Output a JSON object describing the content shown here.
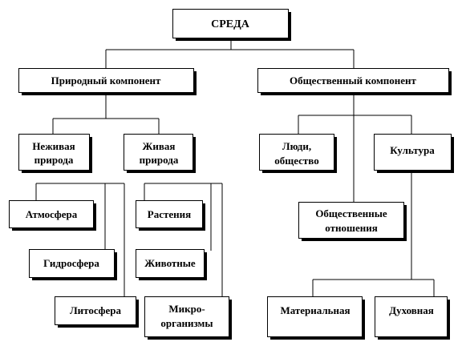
{
  "root": {
    "label": "СРЕДА"
  },
  "natural": {
    "label": "Природный компонент",
    "nonliving": {
      "line1": "Неживая",
      "line2": "природа",
      "children": [
        "Атмосфера",
        "Гидросфера",
        "Литосфера"
      ]
    },
    "living": {
      "line1": "Живая",
      "line2": "природа",
      "children": {
        "plants": "Растения",
        "animals": "Животные",
        "micro1": "Микро-",
        "micro2": "организмы"
      }
    }
  },
  "social": {
    "label": "Общественный компонент",
    "people": {
      "line1": "Люди,",
      "line2": "общество"
    },
    "relations": {
      "line1": "Общественные",
      "line2": "отношения"
    },
    "culture": {
      "label": "Культура",
      "children": [
        "Материальная",
        "Духовная"
      ]
    }
  }
}
